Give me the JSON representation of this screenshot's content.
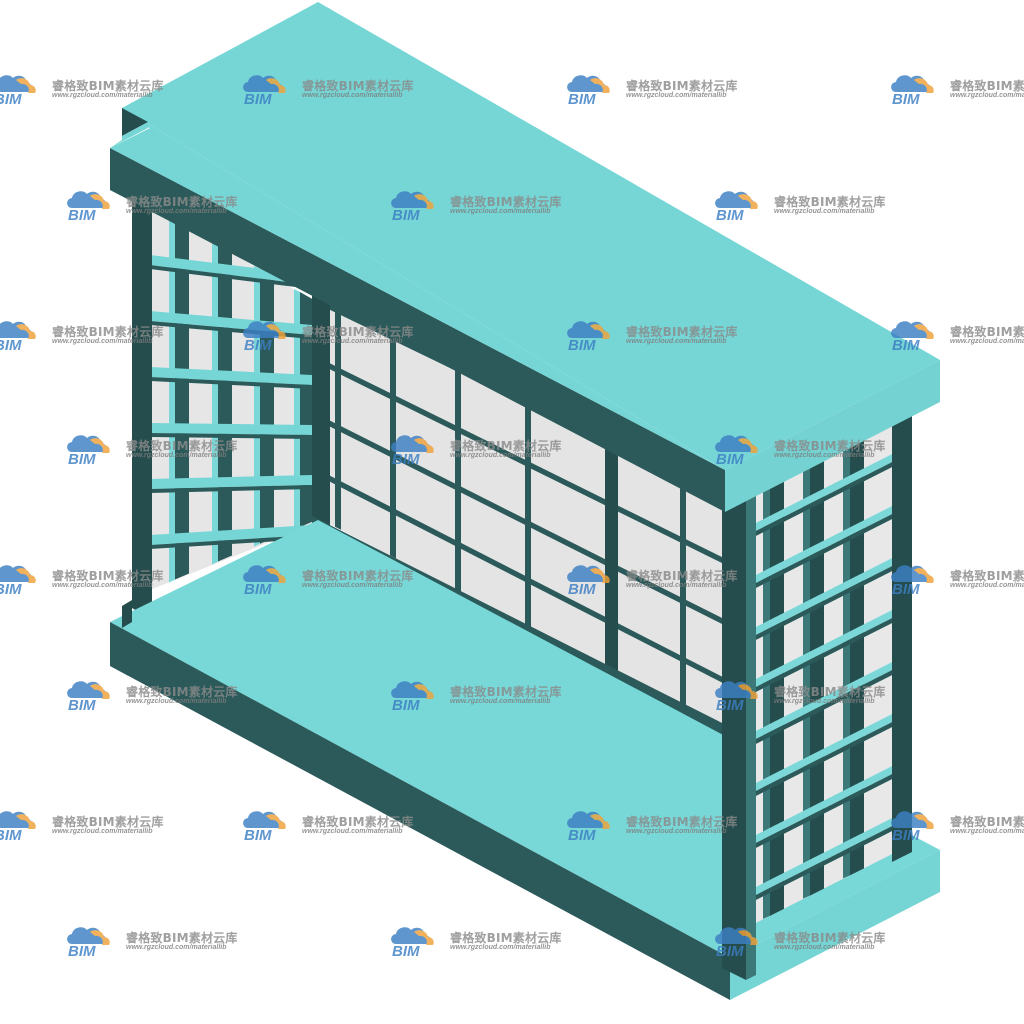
{
  "model": {
    "colors": {
      "slab_top": "#76d6d6",
      "slab_light": "#86e2e2",
      "slab_side": "#2c5a5a",
      "slab_edge": "#1f4646",
      "frame_dark": "#264d4d",
      "frame_mid": "#3d7878",
      "frame_light": "#7cd8d8",
      "glass": "#e4e4e4"
    }
  },
  "watermark": {
    "title": "睿格致BIM素材云库",
    "url": "www.rgzcloud.com/materiallib",
    "logo_text": "BIM",
    "logo_icon": "cloud-bim-icon",
    "colors": {
      "cloud_orange": "#f0a23a",
      "cloud_blue": "#3d7fc4",
      "text_gray": "#8a8a8a"
    }
  }
}
